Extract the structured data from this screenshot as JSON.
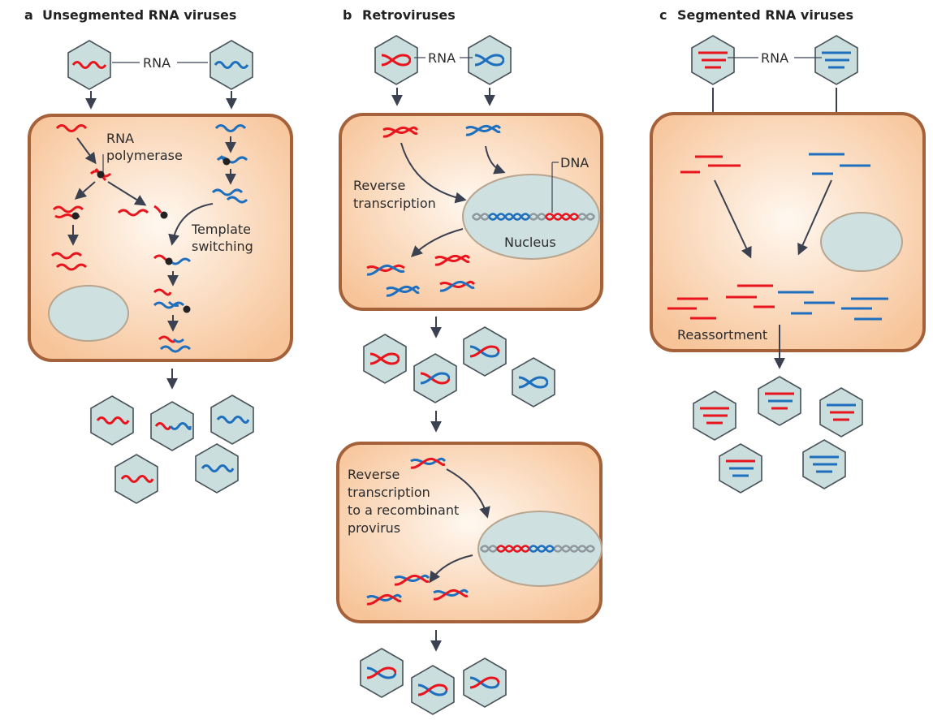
{
  "panels": {
    "a": {
      "letter": "a",
      "title": "Unsegmented RNA viruses"
    },
    "b": {
      "letter": "b",
      "title": "Retroviruses"
    },
    "c": {
      "letter": "c",
      "title": "Segmented RNA viruses"
    }
  },
  "labels": {
    "rna": "RNA",
    "rna_polymerase_1": "RNA",
    "rna_polymerase_2": "polymerase",
    "template_switching_1": "Template",
    "template_switching_2": "switching",
    "reverse_transcription_1": "Reverse",
    "reverse_transcription_2": "transcription",
    "dna": "DNA",
    "nucleus": "Nucleus",
    "rt_recombinant_1": "Reverse",
    "rt_recombinant_2": "transcription",
    "rt_recombinant_3": "to a recombinant",
    "rt_recombinant_4": "provirus",
    "reassortment": "Reassortment"
  },
  "colors": {
    "red_strand": "#e8141e",
    "blue_strand": "#1f6fbf",
    "cell_fill": "#fcd3b0",
    "cell_stroke": "#a5623a",
    "capsid_fill": "#c9dedd",
    "nucleus_fill": "#cfe0e0",
    "arrow": "#3b4150",
    "grey_strand": "#8f989e"
  }
}
